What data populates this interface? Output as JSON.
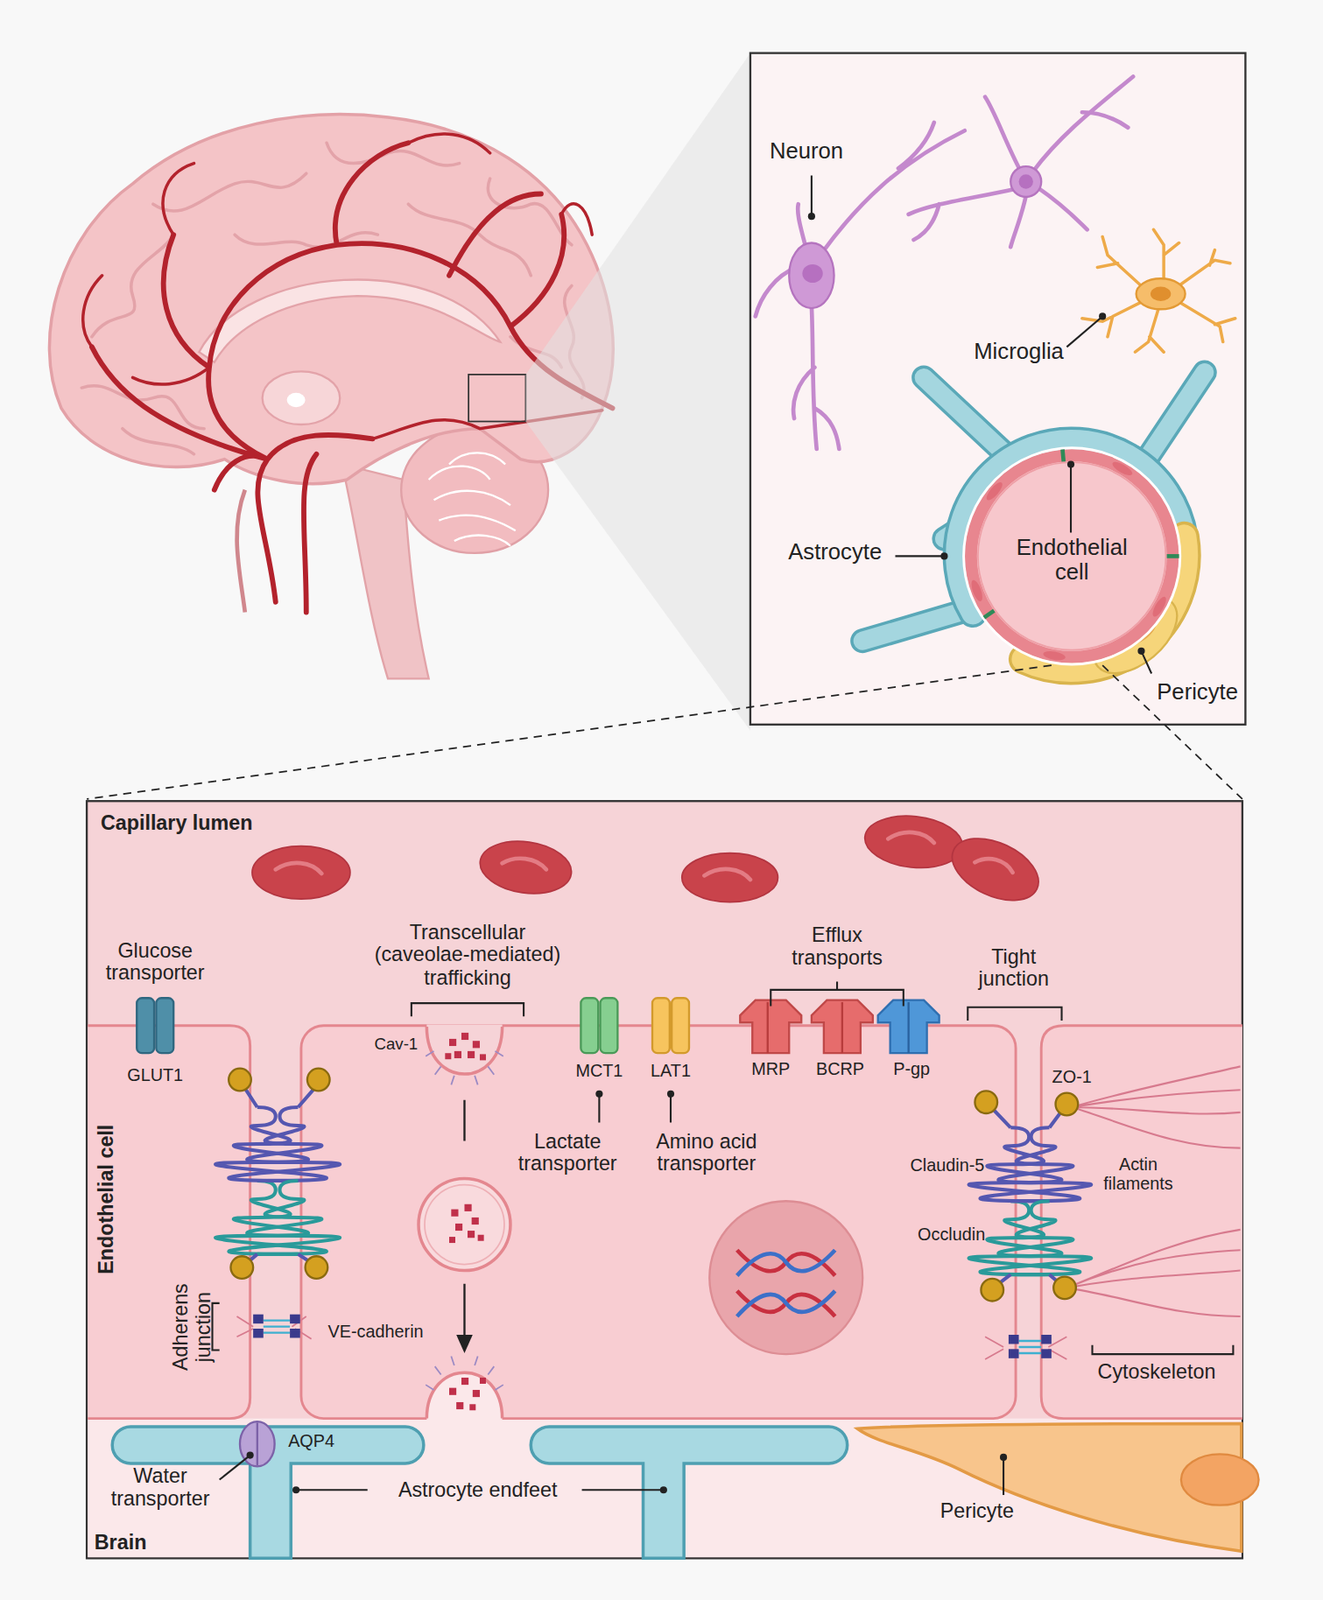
{
  "diagram": {
    "nodes": [
      {
        "text": [
          "Endothelial cell"
        ]
      }
    ],
    "labels": [
      "Neuron",
      "Microglia",
      "Astrocyte",
      "Pericyte",
      "Capillary lumen",
      "Glucose transporter",
      "Transcellular (caveolae-mediated) trafficking",
      "Efflux transports",
      "Tight junction",
      "GLUT1",
      "Cav-1",
      "MCT1",
      "LAT1",
      "MRP",
      "BCRP",
      "P-gp",
      "ZO-1",
      "Lactate transporter",
      "Amino acid transporter",
      "Endothelial cell",
      "Claudin-5",
      "Actin filaments",
      "Occludin",
      "Adherens junction",
      "VE-cadherin",
      "Cytoskeleton",
      "AQP4",
      "Water transporter",
      "Astrocyte endfeet",
      "Pericyte",
      "Brain"
    ]
  }
}
